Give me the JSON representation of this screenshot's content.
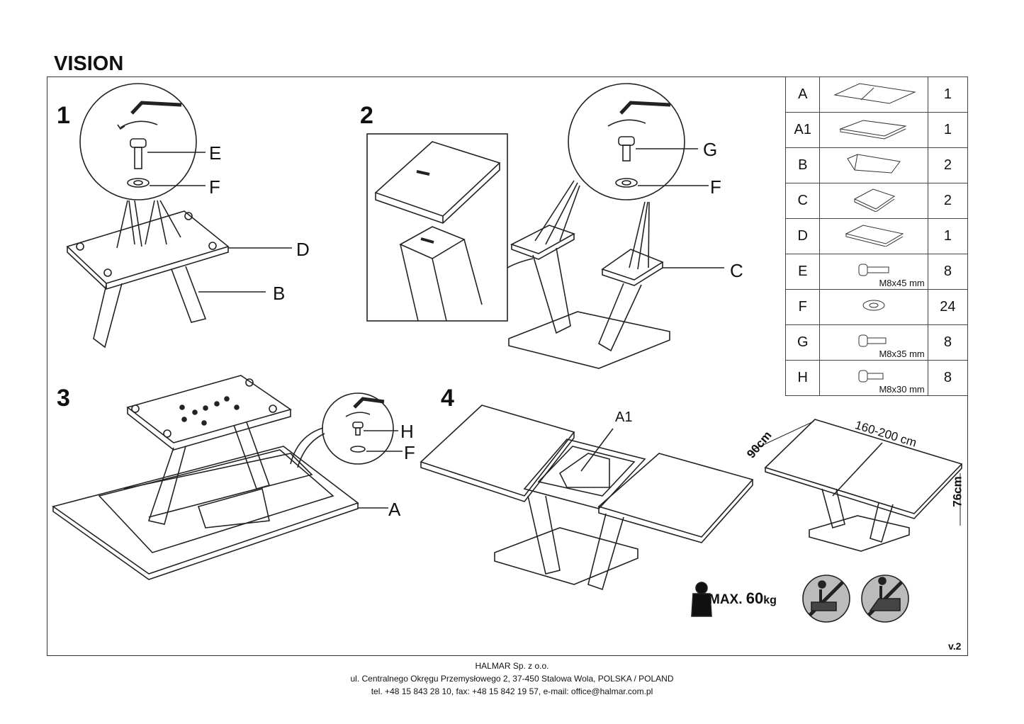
{
  "doc": {
    "title": "VISION",
    "version": "v.2"
  },
  "steps": [
    "1",
    "2",
    "3",
    "4"
  ],
  "labels": {
    "s1": [
      "E",
      "F",
      "D",
      "B"
    ],
    "s2": [
      "G",
      "F",
      "C"
    ],
    "s3": [
      "H",
      "F",
      "A"
    ],
    "s4": [
      "A1"
    ]
  },
  "dimensions": {
    "length": "160-200 cm",
    "width": "90cm",
    "height": "76cm"
  },
  "max_load": {
    "prefix": "MAX.",
    "value": "60",
    "unit": "kg"
  },
  "parts": [
    {
      "code": "A",
      "qty": "1",
      "size": ""
    },
    {
      "code": "A1",
      "qty": "1",
      "size": ""
    },
    {
      "code": "B",
      "qty": "2",
      "size": ""
    },
    {
      "code": "C",
      "qty": "2",
      "size": ""
    },
    {
      "code": "D",
      "qty": "1",
      "size": ""
    },
    {
      "code": "E",
      "qty": "8",
      "size": "M8x45 mm"
    },
    {
      "code": "F",
      "qty": "24",
      "size": ""
    },
    {
      "code": "G",
      "qty": "8",
      "size": "M8x35 mm"
    },
    {
      "code": "H",
      "qty": "8",
      "size": "M8x30 mm"
    }
  ],
  "footer": {
    "company": "HALMAR Sp. z o.o.",
    "address": "ul. Centralnego Okręgu Przemysłowego 2, 37-450 Stalowa Wola, POLSKA / POLAND",
    "contact": "tel. +48 15 843 28 10, fax: +48 15 842 19 57, e-mail: office@halmar.com.pl"
  }
}
